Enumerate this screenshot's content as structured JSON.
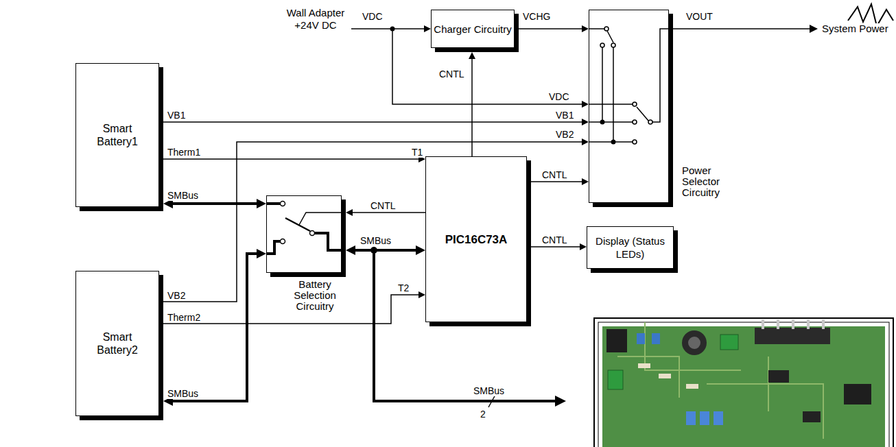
{
  "diagram": {
    "nodes": [
      {
        "text": [
          "Charger Circuitry"
        ]
      },
      {
        "text": [
          "Power Selector Circuitry"
        ]
      },
      {
        "text": [
          "Smart Battery1"
        ]
      },
      {
        "text": [
          "PIC16C73A"
        ]
      },
      {
        "text": [
          "Battery Selection Circuitry"
        ]
      },
      {
        "text": [
          "Display (Status LEDs)"
        ]
      },
      {
        "text": [
          "Smart Battery2"
        ]
      }
    ],
    "edges": [
      {
        "from": 0,
        "to": 1,
        "arrow": "to",
        "label": "VCHG"
      },
      {
        "from": 3,
        "to": 0,
        "arrow": "to",
        "label": "CNTL"
      },
      {
        "from": 2,
        "to": 1,
        "arrow": "to",
        "label": "VB1"
      },
      {
        "from": 6,
        "to": 1,
        "arrow": "to",
        "label": "VB2"
      },
      {
        "from": 2,
        "to": 3,
        "arrow": "to",
        "label": "Therm1"
      },
      {
        "from": 6,
        "to": 3,
        "arrow": "to",
        "label": "Therm2"
      },
      {
        "from": 3,
        "to": 1,
        "arrow": "to",
        "label": "CNTL"
      },
      {
        "from": 3,
        "to": 4,
        "arrow": "to",
        "label": "CNTL"
      },
      {
        "from": 3,
        "to": 5,
        "arrow": "to",
        "label": "CNTL"
      },
      {
        "from": 4,
        "to": 2,
        "arrow": "both",
        "label": "SMBus"
      },
      {
        "from": 4,
        "to": 6,
        "arrow": "both",
        "label": "SMBus"
      },
      {
        "from": 4,
        "to": 3,
        "arrow": "both",
        "label": "SMBus"
      }
    ],
    "labels": [
      "Wall Adapter +24V DC",
      "VDC",
      "VDC",
      "VB1",
      "VB2",
      "T1",
      "T2",
      "VOUT",
      "System Power",
      "SMBus",
      "2"
    ]
  }
}
